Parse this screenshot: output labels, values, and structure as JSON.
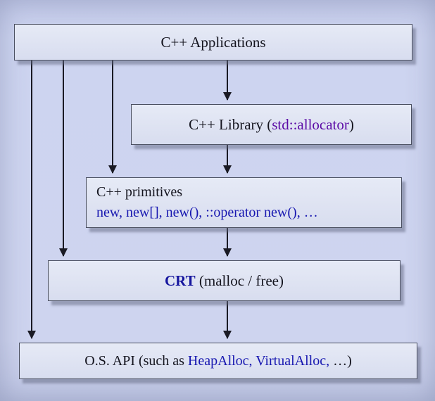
{
  "nodes": {
    "applications": {
      "label": "C++ Applications"
    },
    "library": {
      "pre": "C++ Library (",
      "allocator": "std::allocator",
      "post": ")"
    },
    "primitives": {
      "title": "C++ primitives",
      "detail": "new, new[], new(), ::operator new(), …"
    },
    "crt": {
      "name": "CRT",
      "rest": " (malloc / free)"
    },
    "os_api": {
      "pre": "O.S. API (such as ",
      "apis": "HeapAlloc, VirtualAlloc,",
      "post": " …)"
    }
  },
  "colors": {
    "background": "#cdd4f0",
    "box_fill": "#dde2f1",
    "box_border": "#4a4f60",
    "arrow": "#1a1a24",
    "accent_purple": "#5c0ca6",
    "accent_blue": "#1717b0",
    "text": "#14141e"
  }
}
